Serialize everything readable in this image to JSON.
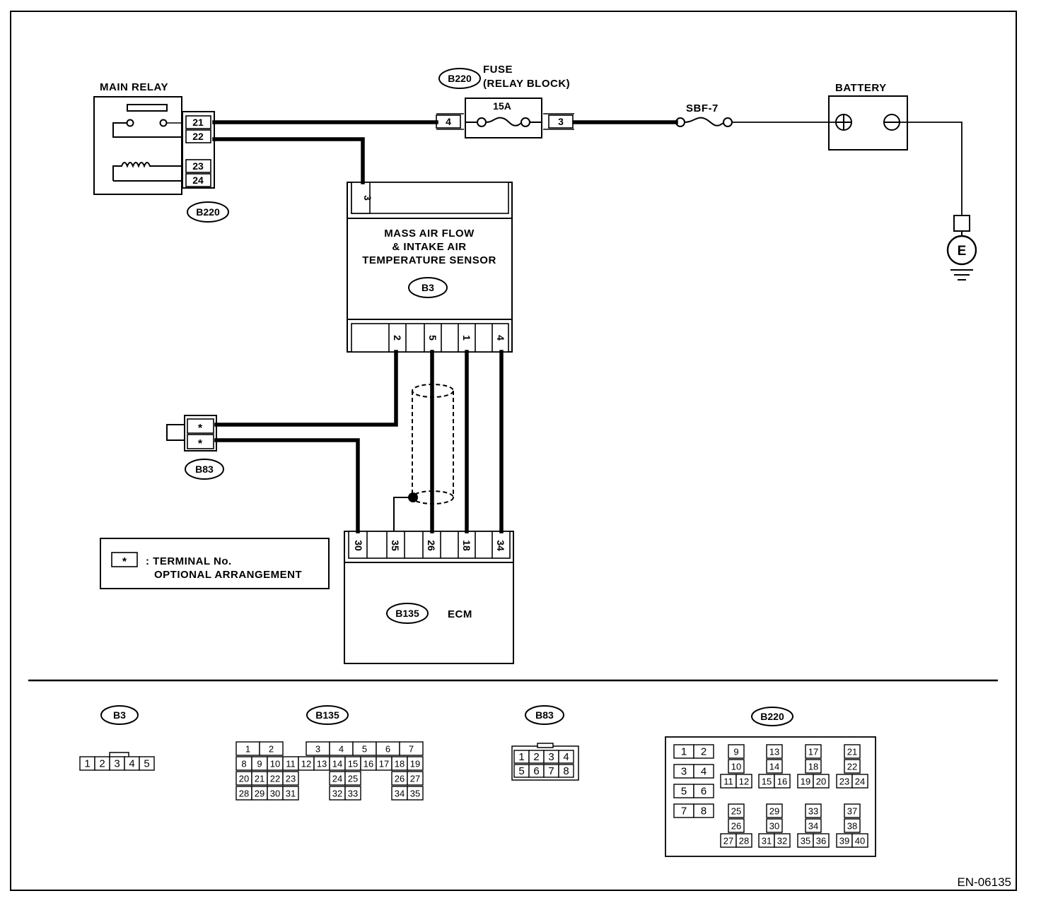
{
  "main_relay": {
    "label": "MAIN RELAY",
    "pins": [
      "21",
      "22",
      "23",
      "24"
    ],
    "connector": "B220"
  },
  "fuse": {
    "connector": "B220",
    "label_line1": "FUSE",
    "label_line2": "(RELAY BLOCK)",
    "rating": "15A",
    "pin_left": "4",
    "pin_right": "3"
  },
  "sbf": {
    "label": "SBF-7"
  },
  "battery": {
    "label": "BATTERY"
  },
  "ground": {
    "label": "E"
  },
  "sensor": {
    "top_pin": "3",
    "line1": "MASS AIR FLOW",
    "line2": "& INTAKE AIR",
    "line3": "TEMPERATURE SENSOR",
    "connector": "B3",
    "bottom_pins": [
      "2",
      "5",
      "1",
      "4"
    ]
  },
  "b83": {
    "connector": "B83",
    "pins": [
      "*",
      "*"
    ]
  },
  "ecm": {
    "label": "ECM",
    "connector": "B135",
    "pins": [
      "30",
      "35",
      "26",
      "18",
      "34"
    ]
  },
  "legend": {
    "symbol": "*",
    "line1": ": TERMINAL No.",
    "line2": "OPTIONAL ARRANGEMENT"
  },
  "connector_views": {
    "b3": {
      "label": "B3",
      "pins": [
        "1",
        "2",
        "3",
        "4",
        "5"
      ]
    },
    "b135": {
      "label": "B135",
      "rows": [
        [
          "1",
          "2",
          "3",
          "4",
          "5",
          "6",
          "7"
        ],
        [
          "8",
          "9",
          "10",
          "11",
          "12",
          "13",
          "14",
          "15",
          "16",
          "17",
          "18",
          "19"
        ],
        [
          "20",
          "21",
          "22",
          "23",
          "24",
          "25",
          "26",
          "27"
        ],
        [
          "28",
          "29",
          "30",
          "31",
          "32",
          "33",
          "34",
          "35"
        ]
      ]
    },
    "b83": {
      "label": "B83",
      "pins": [
        "1",
        "2",
        "3",
        "4",
        "5",
        "6",
        "7",
        "8"
      ]
    },
    "b220": {
      "label": "B220",
      "pins": [
        "1",
        "2",
        "3",
        "4",
        "5",
        "6",
        "7",
        "8",
        "9",
        "10",
        "11",
        "12",
        "13",
        "14",
        "15",
        "16",
        "17",
        "18",
        "19",
        "20",
        "21",
        "22",
        "23",
        "24",
        "25",
        "26",
        "27",
        "28",
        "29",
        "30",
        "31",
        "32",
        "33",
        "34",
        "35",
        "36",
        "37",
        "38",
        "39",
        "40"
      ]
    }
  },
  "footer_code": "EN-06135"
}
